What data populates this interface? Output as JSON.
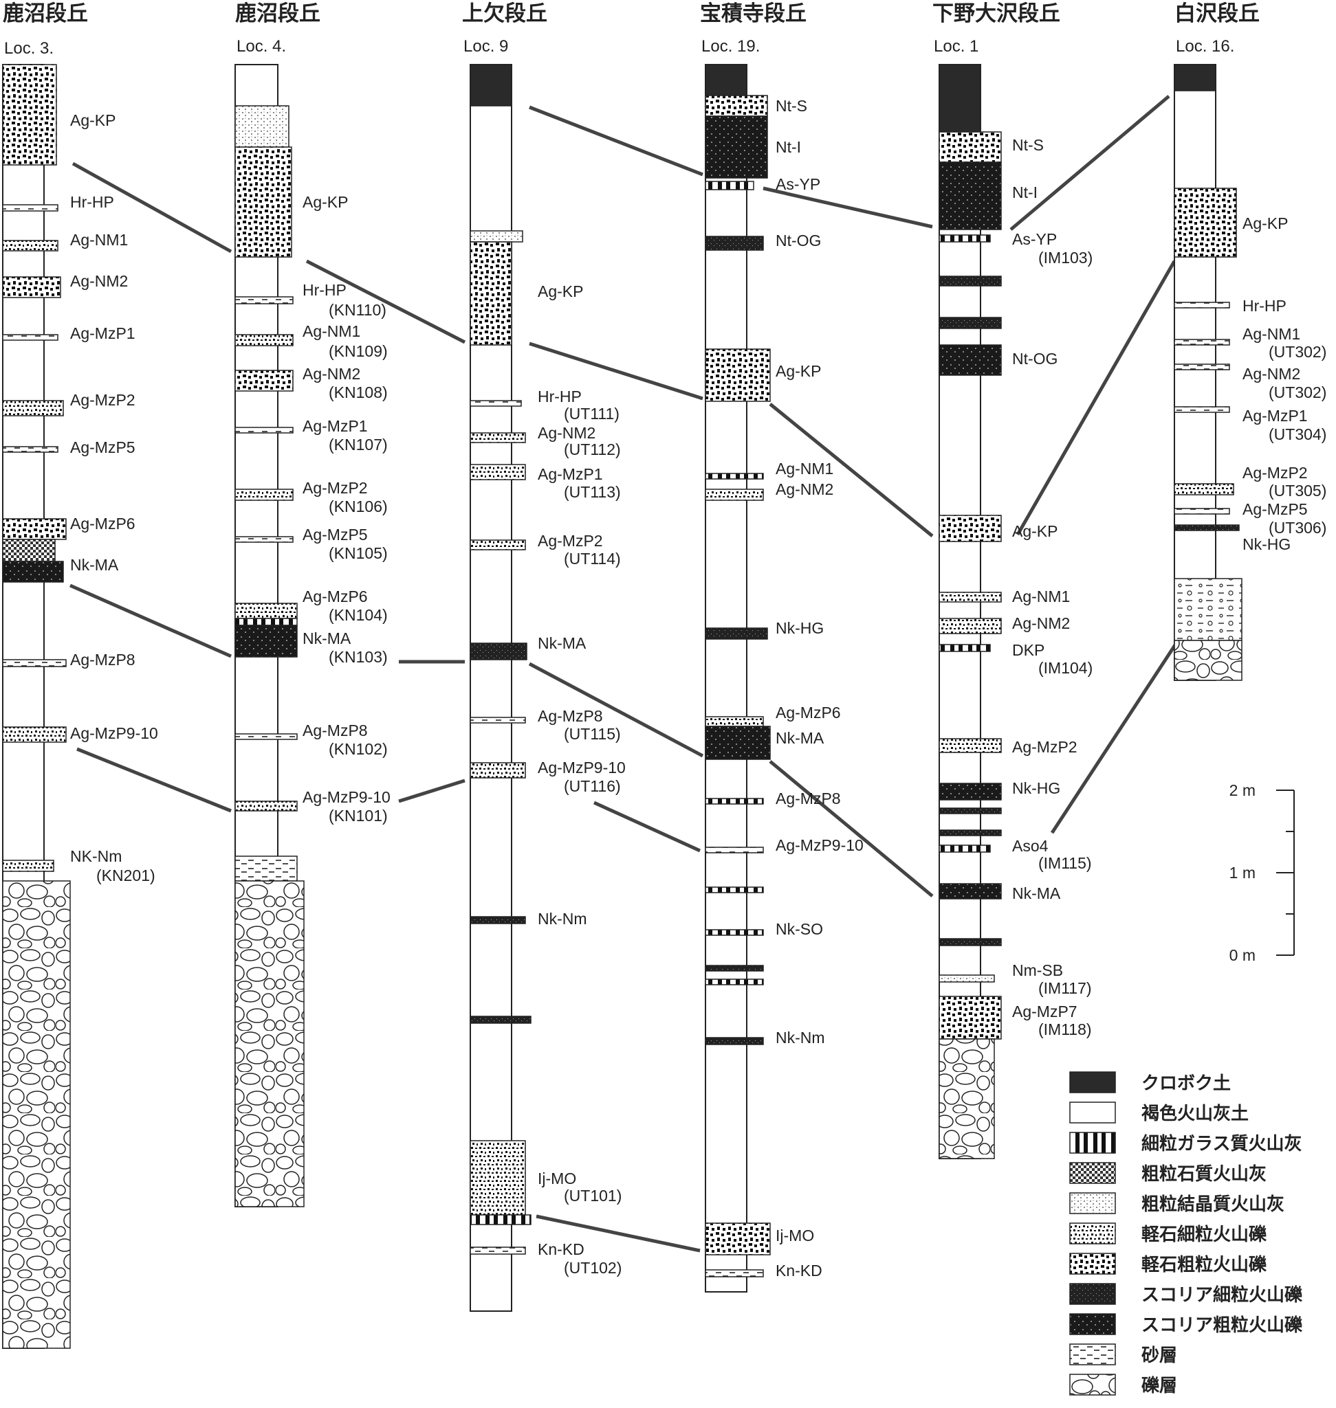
{
  "columns": [
    {
      "id": "c1",
      "title": "鹿沼段丘",
      "loc": "Loc. 3.",
      "layers": [
        {
          "code": "Ag-KP"
        },
        {
          "code": "Hr-HP"
        },
        {
          "code": "Ag-NM1"
        },
        {
          "code": "Ag-NM2"
        },
        {
          "code": "Ag-MzP1"
        },
        {
          "code": "Ag-MzP2"
        },
        {
          "code": "Ag-MzP5"
        },
        {
          "code": "Ag-MzP6"
        },
        {
          "code": "Nk-MA"
        },
        {
          "code": "Ag-MzP8"
        },
        {
          "code": "Ag-MzP9-10"
        },
        {
          "code": "NK-Nm",
          "sample": "(KN201)"
        }
      ]
    },
    {
      "id": "c2",
      "title": "鹿沼段丘",
      "loc": "Loc. 4.",
      "layers": [
        {
          "code": "Ag-KP"
        },
        {
          "code": "Hr-HP",
          "sample": "(KN110)"
        },
        {
          "code": "Ag-NM1",
          "sample": "(KN109)"
        },
        {
          "code": "Ag-NM2",
          "sample": "(KN108)"
        },
        {
          "code": "Ag-MzP1",
          "sample": "(KN107)"
        },
        {
          "code": "Ag-MzP2",
          "sample": "(KN106)"
        },
        {
          "code": "Ag-MzP5",
          "sample": "(KN105)"
        },
        {
          "code": "Ag-MzP6",
          "sample": "(KN104)"
        },
        {
          "code": "Nk-MA",
          "sample": "(KN103)"
        },
        {
          "code": "Ag-MzP8",
          "sample": "(KN102)"
        },
        {
          "code": "Ag-MzP9-10",
          "sample": "(KN101)"
        }
      ]
    },
    {
      "id": "c3",
      "title": "上欠段丘",
      "loc": "Loc. 9",
      "layers": [
        {
          "code": "Ag-KP"
        },
        {
          "code": "Hr-HP",
          "sample": "(UT111)"
        },
        {
          "code": "Ag-NM2",
          "sample": "(UT112)"
        },
        {
          "code": "Ag-MzP1",
          "sample": "(UT113)"
        },
        {
          "code": "Ag-MzP2",
          "sample": "(UT114)"
        },
        {
          "code": "Nk-MA"
        },
        {
          "code": "Ag-MzP8",
          "sample": "(UT115)"
        },
        {
          "code": "Ag-MzP9-10",
          "sample": "(UT116)"
        },
        {
          "code": "Nk-Nm"
        },
        {
          "code": "Ij-MO",
          "sample": "(UT101)"
        },
        {
          "code": "Kn-KD",
          "sample": "(UT102)"
        }
      ]
    },
    {
      "id": "c4",
      "title": "宝積寺段丘",
      "loc": "Loc. 19.",
      "layers": [
        {
          "code": "Nt-S"
        },
        {
          "code": "Nt-I"
        },
        {
          "code": "As-YP"
        },
        {
          "code": "Nt-OG"
        },
        {
          "code": "Ag-KP"
        },
        {
          "code": "Ag-NM1"
        },
        {
          "code": "Ag-NM2"
        },
        {
          "code": "Nk-HG"
        },
        {
          "code": "Ag-MzP6"
        },
        {
          "code": "Nk-MA"
        },
        {
          "code": "Ag-MzP8"
        },
        {
          "code": "Ag-MzP9-10"
        },
        {
          "code": "Nk-SO"
        },
        {
          "code": "Nk-Nm"
        },
        {
          "code": "Ij-MO"
        },
        {
          "code": "Kn-KD"
        }
      ]
    },
    {
      "id": "c5",
      "title": "下野大沢段丘",
      "loc": "Loc. 1",
      "layers": [
        {
          "code": "Nt-S"
        },
        {
          "code": "Nt-I"
        },
        {
          "code": "As-YP",
          "sample": "(IM103)"
        },
        {
          "code": "Nt-OG"
        },
        {
          "code": "Ag-KP"
        },
        {
          "code": "Ag-NM1"
        },
        {
          "code": "Ag-NM2"
        },
        {
          "code": "DKP",
          "sample": "(IM104)"
        },
        {
          "code": "Ag-MzP2"
        },
        {
          "code": "Nk-HG"
        },
        {
          "code": "Aso4",
          "sample": "(IM115)"
        },
        {
          "code": "Nk-MA"
        },
        {
          "code": "Nm-SB",
          "sample": "(IM117)"
        },
        {
          "code": "Ag-MzP7",
          "sample": "(IM118)"
        }
      ]
    },
    {
      "id": "c6",
      "title": "白沢段丘",
      "loc": "Loc. 16.",
      "layers": [
        {
          "code": "Ag-KP"
        },
        {
          "code": "Hr-HP"
        },
        {
          "code": "Ag-NM1",
          "sample": "(UT302)"
        },
        {
          "code": "Ag-NM2",
          "sample": "(UT302)"
        },
        {
          "code": "Ag-MzP1",
          "sample": "(UT304)"
        },
        {
          "code": "Ag-MzP2",
          "sample": "(UT305)"
        },
        {
          "code": "Ag-MzP5",
          "sample": "(UT306)"
        },
        {
          "code": "Nk-HG"
        }
      ]
    }
  ],
  "scale": {
    "top": "2 m",
    "mid": "1 m",
    "bottom": "0 m"
  },
  "legend": [
    {
      "key": "kurobokudo",
      "label": "クロボク土"
    },
    {
      "key": "brown_ash",
      "label": "褐色火山灰土"
    },
    {
      "key": "fine_glass_ash",
      "label": "細粒ガラス質火山灰"
    },
    {
      "key": "coarse_lithic_ash",
      "label": "粗粒石質火山灰"
    },
    {
      "key": "coarse_crystal_ash",
      "label": "粗粒結晶質火山灰"
    },
    {
      "key": "pumice_fine",
      "label": "軽石細粒火山礫"
    },
    {
      "key": "pumice_coarse",
      "label": "軽石粗粒火山礫"
    },
    {
      "key": "scoria_fine",
      "label": "スコリア細粒火山礫"
    },
    {
      "key": "scoria_coarse",
      "label": "スコリア粗粒火山礫"
    },
    {
      "key": "sand",
      "label": "砂層"
    },
    {
      "key": "gravel",
      "label": "礫層"
    }
  ]
}
